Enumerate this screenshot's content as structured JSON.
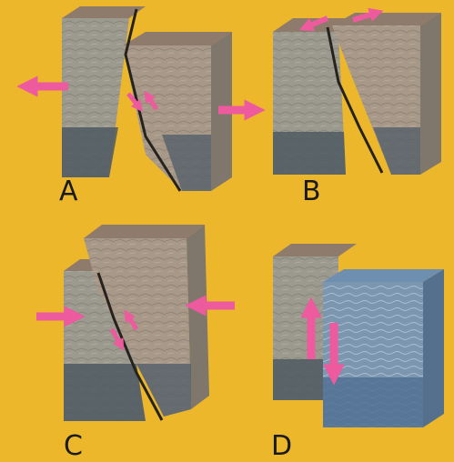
{
  "colors": {
    "background": "#EDB72B",
    "arrow": "#EE5A9E",
    "rock_top": "#8E7B6B",
    "rock_front": "#9C9A8E",
    "rock_side": "#A89888",
    "rock_base": "#4F5A62",
    "fracture": "#26231F",
    "water_block": "#6F8FB0"
  },
  "panels": [
    {
      "id": "A",
      "label": "A",
      "arrows": [
        "left-outward",
        "right-outward",
        "fault-slip-pair"
      ]
    },
    {
      "id": "B",
      "label": "B",
      "arrows": [
        "top-slip-pair"
      ]
    },
    {
      "id": "C",
      "label": "C",
      "arrows": [
        "left-inward",
        "right-inward",
        "fault-slip-pair"
      ]
    },
    {
      "id": "D",
      "label": "D",
      "arrows": [
        "up",
        "down"
      ]
    }
  ]
}
